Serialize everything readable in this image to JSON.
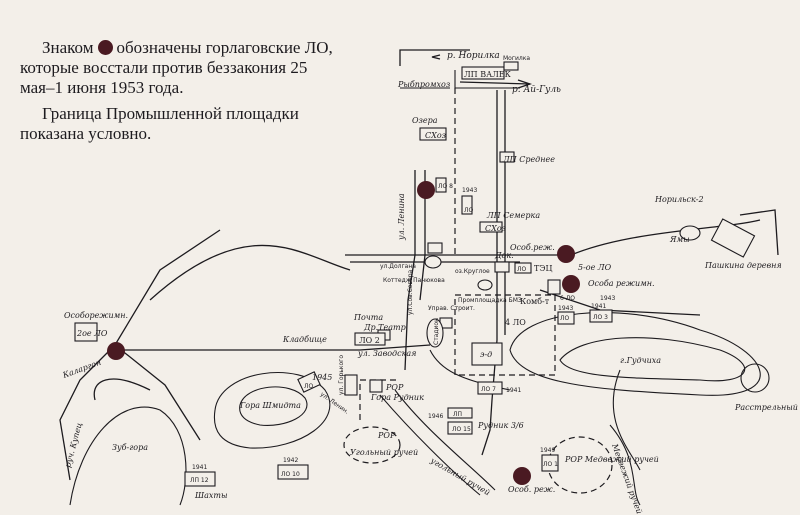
{
  "legend": {
    "line1_before": "Знаком",
    "line1_after": "обозначены горлаговские ЛО, которые восстали против беззакония 25 мая–1 июня 1953 года.",
    "line2": "Граница Промышленной площадки показана условно."
  },
  "colors": {
    "marker": "#4a1a22",
    "ink": "#1d1b1f",
    "paper": "#f3efe9"
  },
  "labels": {
    "river_norilka": "р. Норилка",
    "river_aigul": "р. Ай-Гуль",
    "lp_valek": "ЛП ВАЛЕК",
    "mogilka": "Могилка",
    "rybpromkhoz": "Рыбпромхоз",
    "ozera": "Озера",
    "skhoz": "СХоз",
    "lp_srednee": "ЛП Среднее",
    "lo8": "ЛО 8",
    "lo_lenina": "ул. Ленина",
    "lp_semerka": "ЛП Семерка",
    "skhoz2": "СХоз",
    "norilsk2": "Норильск-2",
    "yamy": "Ямы",
    "pashkina": "Пашкина деревня",
    "osob_rezh1": "Особ.реж.",
    "lo5": "5-ое ЛО",
    "dok": "Док.",
    "tets": "ТЭЦ",
    "oz_krugloe": "оз.Круглое",
    "lo_box": "ЛО",
    "osoba_rezhim": "Особа режимн.",
    "kotedzh": "Коттедж Панюкова",
    "ul_dolgan": "ул.Долгана",
    "ul_sov": "ул.Сов.Севера",
    "upravl": "Управ. Строит.",
    "stadion": "Стадион",
    "promploshadka": "Промплощадка БМЗ",
    "kombinat": "Комб-т",
    "lo4": "4 ЛО",
    "lo6": "6 ЛО",
    "y1943a": "1943",
    "y1941a": "1941",
    "lo3": "ЛО 3",
    "osoborezhimn": "Особорежимн.",
    "lo2_left": "2ое ЛО",
    "kalargon": "Каларгон",
    "kladbishche": "Кладбище",
    "pochta": "Почта",
    "dr_teatr": "Др.Театр",
    "lo2_center": "ЛО 2",
    "ul_zavodskaya": "ул. Заводская",
    "ed": "э-д",
    "gudchikha": "г.Гудчиха",
    "rasstrel": "Расстрельный карьер",
    "ruch_kupets": "руч. Купец",
    "zub_gora": "Зуб-гора",
    "gora_shmidta": "Гора Шмидта",
    "y1945": "1945",
    "lo_shmidt": "ЛО",
    "lenin_vert": "ул. Ленин.",
    "ul_gorkogo": "ул. Горького",
    "rop1": "РОР",
    "gora_rudnik": "Гора Рудник",
    "lo7": "ЛО 7",
    "y1941b": "1941",
    "lp_mid": "ЛП",
    "y1946": "1946",
    "lo15": "ЛО 15",
    "rudnik36": "Рудник 3/6",
    "rop2": "РОР",
    "ugolny_ruchey": "Угольный ручей",
    "ugolny_road": "угольный ручей",
    "y1941c": "1941",
    "lp12": "ЛП 12",
    "shakhty": "Шахты",
    "y1942": "1942",
    "lo10": "ЛО 10",
    "y1949": "1949",
    "lo1": "ЛО 1",
    "rop_medv": "РОР Медвежий ручей",
    "medv_ruchey": "Медвежий ручей",
    "osob_rezh2": "Особ. реж.",
    "lo_small": "ЛО",
    "y1943b": "1943",
    "y1943c": "1943",
    "lo_ruc": "ЛО"
  }
}
